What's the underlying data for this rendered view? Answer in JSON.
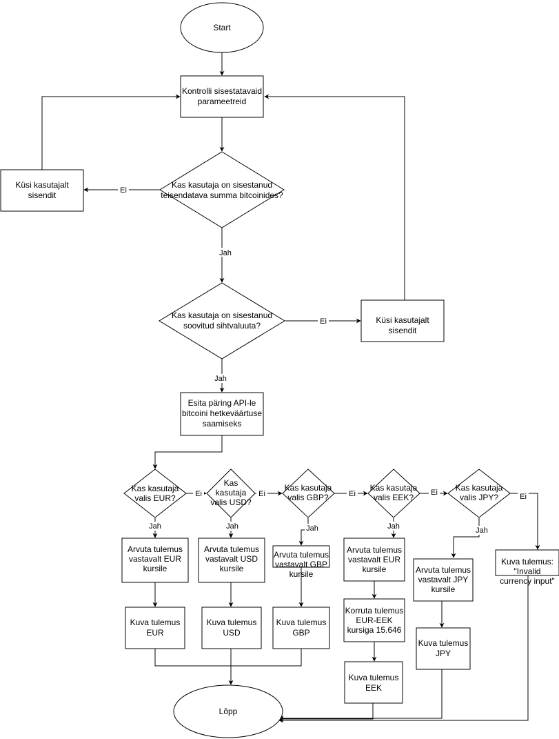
{
  "colors": {
    "stroke": "#000000",
    "fill": "#ffffff",
    "text": "#000000"
  },
  "nodes": {
    "start": {
      "text": "Start"
    },
    "check_params": {
      "line1": "Kontrolli sisestatavaid",
      "line2": "parameetreid"
    },
    "ask_input_left": {
      "line1": "Küsi kasutajalt",
      "line2": "sisendit"
    },
    "q_btc_amount": {
      "line1": "Kas kasutaja on sisestanud",
      "line2": "teisendatava summa bitcoinides?"
    },
    "q_target_currency": {
      "line1": "Kas kasutaja on sisestanud",
      "line2": "soovitud sihtvaluuta?"
    },
    "ask_input_right": {
      "line1": "Küsi kasutajalt",
      "line2": "sisendit"
    },
    "api_request": {
      "line1": "Esita päring API-le",
      "line2": "bitcoini hetkeväärtuse",
      "line3": "saamiseks"
    },
    "q_eur": {
      "line1": "Kas kasutaja",
      "line2": "valis EUR?"
    },
    "q_usd": {
      "line1": "Kas",
      "line2": "kasutaja",
      "line3": "valis USD?"
    },
    "q_gbp": {
      "line1": "Kas kasutaja",
      "line2": "valis GBP?"
    },
    "q_eek": {
      "line1": "Kas kasutaja",
      "line2": "valis EEK?"
    },
    "q_jpy": {
      "line1": "Kas kasutaja",
      "line2": "valis JPY?"
    },
    "calc_eur": {
      "line1": "Arvuta tulemus",
      "line2": "vastavalt EUR",
      "line3": "kursile"
    },
    "calc_usd": {
      "line1": "Arvuta tulemus",
      "line2": "vastavalt USD",
      "line3": "kursile"
    },
    "calc_gbp": {
      "line1": "Arvuta tulemus",
      "line2": "vastavalt GBP",
      "line3": "kursile"
    },
    "calc_eek": {
      "line1": "Arvuta tulemus",
      "line2": "vastavalt EUR",
      "line3": "kursile"
    },
    "calc_jpy": {
      "line1": "Arvuta tulemus",
      "line2": "vastavalt JPY",
      "line3": "kursile"
    },
    "show_invalid": {
      "line1": "Kuva tulemus:",
      "line2": "\"Invalid",
      "line3": "currency input\""
    },
    "show_eur": {
      "line1": "Kuva tulemus",
      "line2": "EUR"
    },
    "show_usd": {
      "line1": "Kuva tulemus",
      "line2": "USD"
    },
    "show_gbp": {
      "line1": "Kuva tulemus",
      "line2": "GBP"
    },
    "multiply_eek": {
      "line1": "Korruta tulemus",
      "line2": "EUR-EEK",
      "line3": "kursiga 15.646"
    },
    "show_eek": {
      "line1": "Kuva tulemus",
      "line2": "EEK"
    },
    "show_jpy": {
      "line1": "Kuva tulemus",
      "line2": "JPY"
    },
    "end": {
      "text": "Lõpp"
    }
  },
  "edge_labels": {
    "no_btc": "Ei",
    "yes_btc": "Jah",
    "no_target": "Ei",
    "yes_target": "Jah",
    "no_eur": "Ei",
    "yes_eur": "Jah",
    "no_usd": "Ei",
    "yes_usd": "Jah",
    "no_gbp": "Ei",
    "yes_gbp": "Jah",
    "no_eek": "Ei",
    "yes_eek": "Jah",
    "no_jpy": "Ei",
    "yes_jpy": "Jah"
  }
}
